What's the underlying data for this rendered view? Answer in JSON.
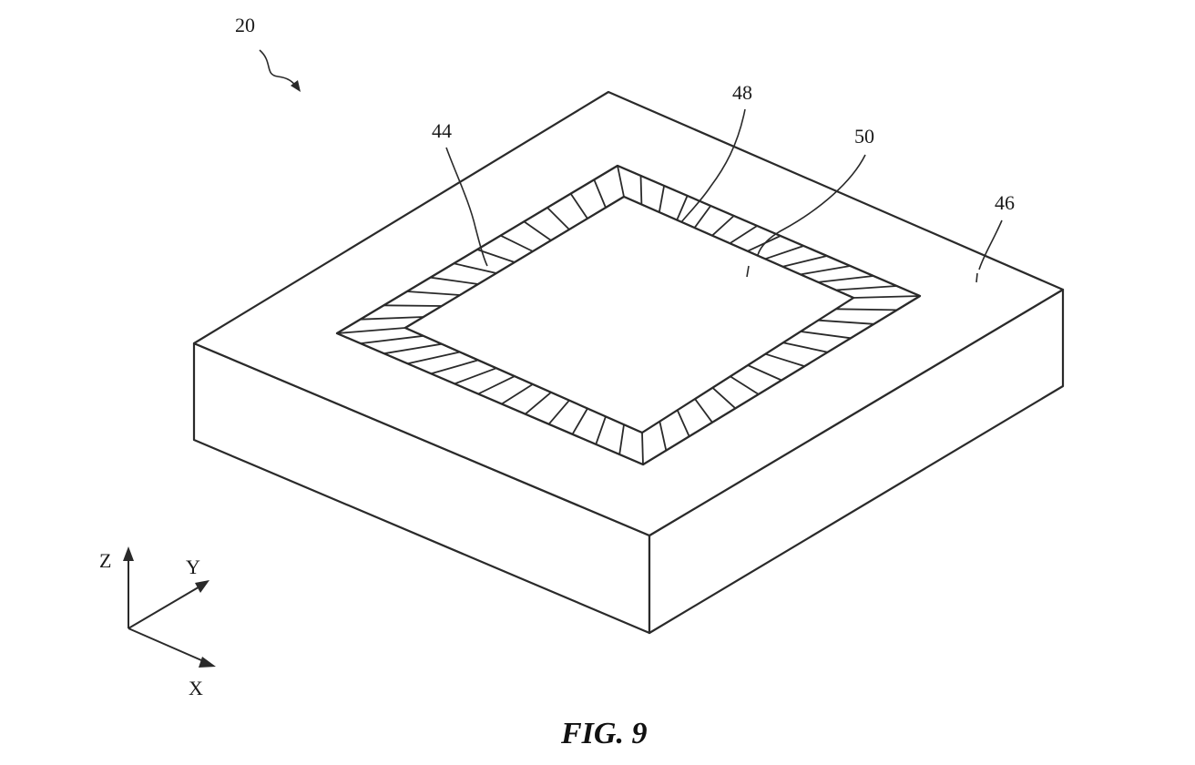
{
  "figure": {
    "caption": "FIG. 9",
    "reference_numerals": {
      "device": "20",
      "sidewall_portion": "44",
      "top_surface": "46",
      "segmented_wall": "48",
      "cavity_floor": "50"
    },
    "axes": {
      "z": "Z",
      "y": "Y",
      "x": "X"
    }
  }
}
